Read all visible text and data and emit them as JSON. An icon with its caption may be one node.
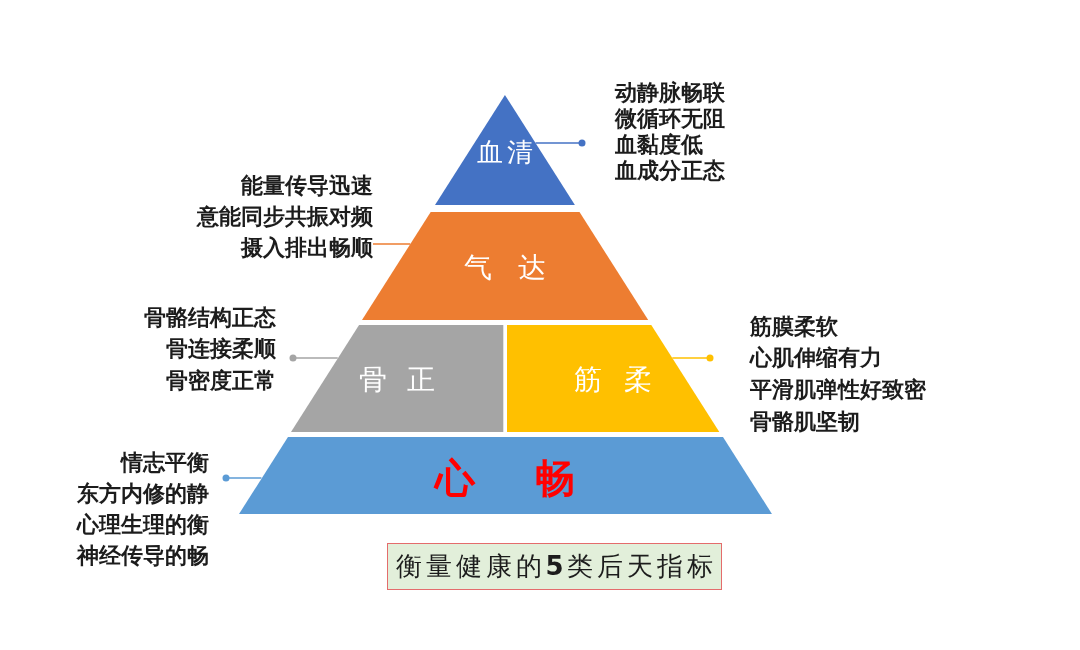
{
  "diagram": {
    "nodes": [
      {
        "text": [
          "血清"
        ]
      },
      {
        "text": [
          "动静脉畅联",
          "微循环无阻",
          "血黏度低",
          "血成分正态"
        ]
      },
      {
        "text": [
          "能量传导迅速",
          "意能同步共振对频",
          "摄入排出畅顺"
        ]
      },
      {
        "text": [
          "气达"
        ]
      },
      {
        "text": [
          "骨骼结构正态",
          "骨连接柔顺",
          "骨密度正常"
        ]
      },
      {
        "text": [
          "骨正"
        ]
      },
      {
        "text": [
          "筋柔"
        ]
      },
      {
        "text": [
          "筋膜柔软",
          "心肌伸缩有力",
          "平滑肌弹性好致密",
          "骨骼肌坚韧"
        ]
      },
      {
        "text": [
          "情志平衡",
          "东方内修的静",
          "心理生理的衡",
          "神经传导的畅"
        ]
      },
      {
        "text": [
          "心畅"
        ]
      },
      {
        "text": [
          "衡量健康的**5**类后天指标"
        ]
      }
    ],
    "edges": [
      {
        "from": 0,
        "to": 1,
        "arrow": "other",
        "color": "#4472c4"
      },
      {
        "from": 3,
        "to": 2,
        "arrow": "none",
        "color": "#ed7d31"
      },
      {
        "from": 5,
        "to": 4,
        "arrow": "other",
        "color": "#a5a5a5"
      },
      {
        "from": 6,
        "to": 7,
        "arrow": "other",
        "color": "#ffc000"
      },
      {
        "from": 9,
        "to": 8,
        "arrow": "other",
        "color": "#5b9bd5"
      }
    ]
  }
}
